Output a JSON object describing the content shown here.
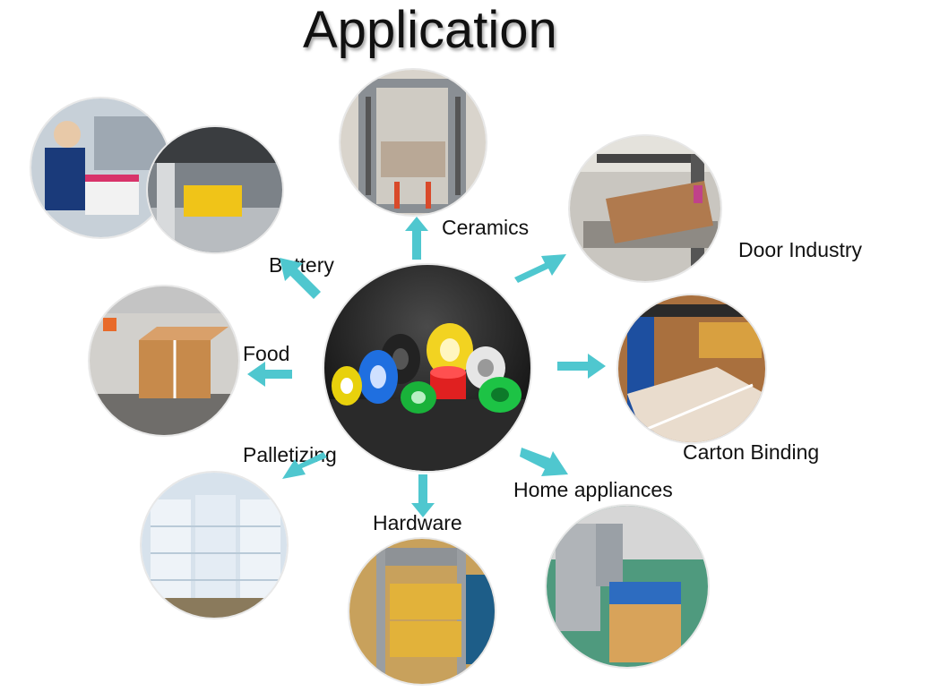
{
  "title": "Application",
  "center_product": "tape-rolls-icon",
  "applications": [
    {
      "label": "Ceramics"
    },
    {
      "label": "Door Industry"
    },
    {
      "label": "Carton Binding"
    },
    {
      "label": "Home appliances"
    },
    {
      "label": "Hardware"
    },
    {
      "label": "Palletizing"
    },
    {
      "label": "Food"
    },
    {
      "label": "Battery"
    }
  ],
  "colors": {
    "arrow": "#4fc7cf",
    "background": "#ffffff",
    "center_bg": "#1a1a1a"
  }
}
